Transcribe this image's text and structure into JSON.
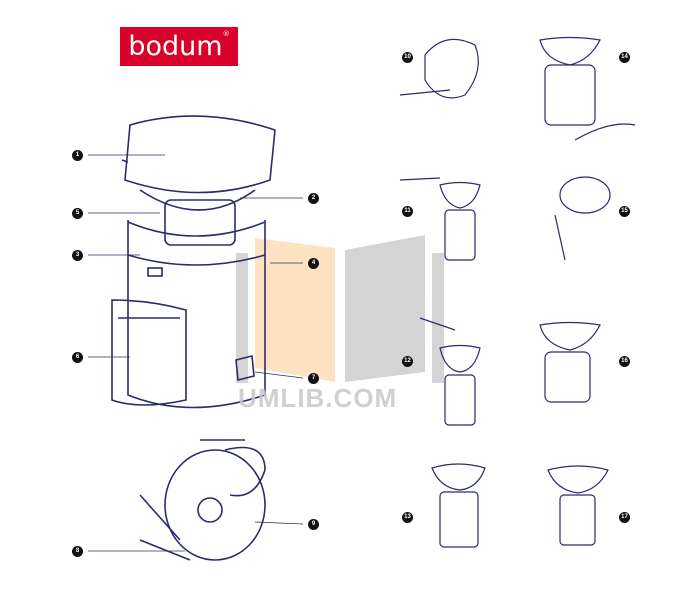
{
  "brand": {
    "logo_text": "bodum",
    "registered_mark": "®",
    "color": "#d9002a"
  },
  "line_color": "#2b2b6e",
  "watermark": {
    "text": "UMLIB.COM"
  },
  "part_labels": [
    "1",
    "2",
    "3",
    "4",
    "5",
    "6",
    "7",
    "8",
    "9"
  ],
  "step_labels": [
    "10",
    "11",
    "12",
    "13",
    "14",
    "15",
    "16",
    "17"
  ]
}
